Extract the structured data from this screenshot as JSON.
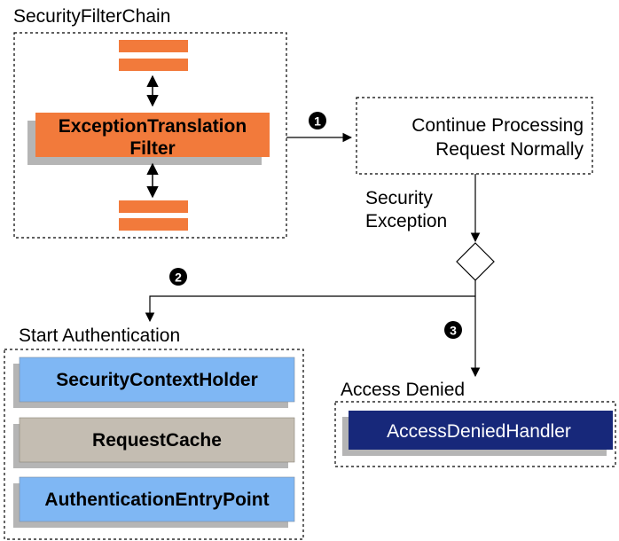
{
  "security_filter_chain": {
    "title": "SecurityFilterChain",
    "exception_translation_filter": {
      "line1": "ExceptionTranslation",
      "line2": "Filter"
    }
  },
  "continue_processing": {
    "line1": "Continue Processing",
    "line2": "Request Normally"
  },
  "security_exception": {
    "line1": "Security",
    "line2": "Exception"
  },
  "steps": {
    "one": "1",
    "two": "2",
    "three": "3"
  },
  "start_authentication": {
    "title": "Start Authentication",
    "components": {
      "security_context_holder": "SecurityContextHolder",
      "request_cache": "RequestCache",
      "authentication_entry_point": "AuthenticationEntryPoint"
    }
  },
  "access_denied": {
    "title": "Access Denied",
    "handler": "AccessDeniedHandler"
  },
  "colors": {
    "filter_orange": "#f27a3b",
    "shadow_gray": "#b5b5b5",
    "context_blue": "#7fb7f4",
    "request_cache_gray": "#c4bdb2",
    "handler_navy": "#17287a",
    "badge_black": "#000000"
  }
}
